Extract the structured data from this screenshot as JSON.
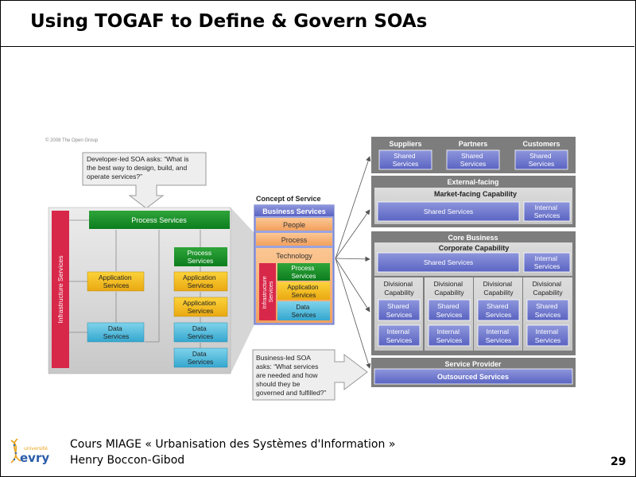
{
  "slide": {
    "title": "Using TOGAF to Define & Govern SOAs",
    "footer_course": "Cours MIAGE    « Urbanisation des Systèmes d'Information »",
    "footer_author": "Henry Boccon-Gibod",
    "page_number": "29",
    "logo_text_top": "université",
    "logo_text_main": "evry"
  },
  "diagram": {
    "copyright": "© 2008 The Open Group",
    "developer_callout": [
      "Developer-led SOA asks: “What is",
      "the best way to design, build, and",
      "operate services?”"
    ],
    "business_callout": [
      "Business-led SOA",
      "asks: “What services",
      "are needed and how",
      "should they be",
      "governed and fulfilled?”"
    ],
    "left_panel": {
      "infrastructure": "Infrastructure Services",
      "process_services": "Process Services",
      "application_services": [
        "Application",
        "Services"
      ],
      "data_services": [
        "Data",
        "Services"
      ],
      "stack_process": [
        "Process",
        "Services"
      ],
      "stack_application_1": [
        "Application",
        "Services"
      ],
      "stack_application_2": [
        "Application",
        "Services"
      ],
      "stack_data_1": [
        "Data",
        "Services"
      ],
      "stack_data_2": [
        "Data",
        "Services"
      ]
    },
    "concept": {
      "heading": "Concept of Service",
      "business_services": "Business Services",
      "people": "People",
      "process": "Process",
      "technology": "Technology",
      "infrastructure": [
        "Infrastructure",
        "Services"
      ],
      "process_services": [
        "Process",
        "Services"
      ],
      "application_services": [
        "Application",
        "Services"
      ],
      "data_services": [
        "Data",
        "Services"
      ]
    },
    "right": {
      "top_groups": [
        {
          "label": "Suppliers",
          "service": [
            "Shared",
            "Services"
          ]
        },
        {
          "label": "Partners",
          "service": [
            "Shared",
            "Services"
          ]
        },
        {
          "label": "Customers",
          "service": [
            "Shared",
            "Services"
          ]
        }
      ],
      "external": {
        "heading": "External-facing",
        "capability": "Market-facing Capability",
        "shared": "Shared Services",
        "internal": [
          "Internal",
          "Services"
        ]
      },
      "core": {
        "heading": "Core Business",
        "capability": "Corporate Capability",
        "shared": "Shared Services",
        "internal": [
          "Internal",
          "Services"
        ],
        "divisions": [
          {
            "label": [
              "Divisional",
              "Capability"
            ],
            "shared": [
              "Shared",
              "Services"
            ],
            "internal": [
              "Internal",
              "Services"
            ]
          },
          {
            "label": [
              "Divisional",
              "Capability"
            ],
            "shared": [
              "Shared",
              "Services"
            ],
            "internal": [
              "Internal",
              "Services"
            ]
          },
          {
            "label": [
              "Divisional",
              "Capability"
            ],
            "shared": [
              "Shared",
              "Services"
            ],
            "internal": [
              "Internal",
              "Services"
            ]
          },
          {
            "label": [
              "Divisional",
              "Capability"
            ],
            "shared": [
              "Shared",
              "Services"
            ],
            "internal": [
              "Internal",
              "Services"
            ]
          }
        ]
      },
      "provider": {
        "heading": "Service Provider",
        "outsourced": "Outsourced Services"
      }
    }
  }
}
